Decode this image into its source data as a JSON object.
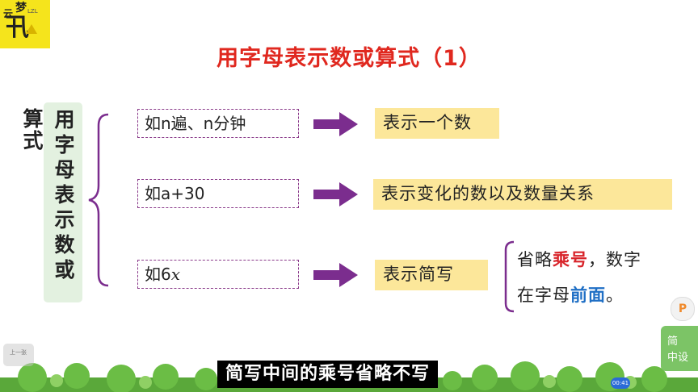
{
  "logo": {
    "char_yun": "云",
    "char_meng": "梦",
    "char_main": "卂",
    "tag": "LZL"
  },
  "title": "用字母表示数或算式（1）",
  "left": {
    "suanshi": "算式",
    "vertical": "用字母表示数或"
  },
  "rows": [
    {
      "example": "如n遍、n分钟",
      "meaning": "表示一个数"
    },
    {
      "example": "如a+30",
      "meaning": "表示变化的数以及数量关系"
    },
    {
      "example_prefix": "如6",
      "example_var": "x",
      "meaning": "表示简写"
    }
  ],
  "note": {
    "line1": {
      "a": "省略",
      "b": "乘号",
      "c": "，数字"
    },
    "line2": {
      "a": "在字母",
      "b": "前面",
      "c": "。"
    }
  },
  "subtitle": "简写中间的乘号省略不写",
  "right_button": {
    "line1": "简",
    "line2": "中设"
  },
  "left_button": "上一张",
  "badge": "P",
  "timer": "00:41",
  "colors": {
    "title": "#e0281f",
    "arrow": "#7b2d8e",
    "highlight": "#fce79a",
    "green_panel": "#e3f1e0",
    "red_text": "#d8242a",
    "blue_text": "#1f6fc5"
  }
}
